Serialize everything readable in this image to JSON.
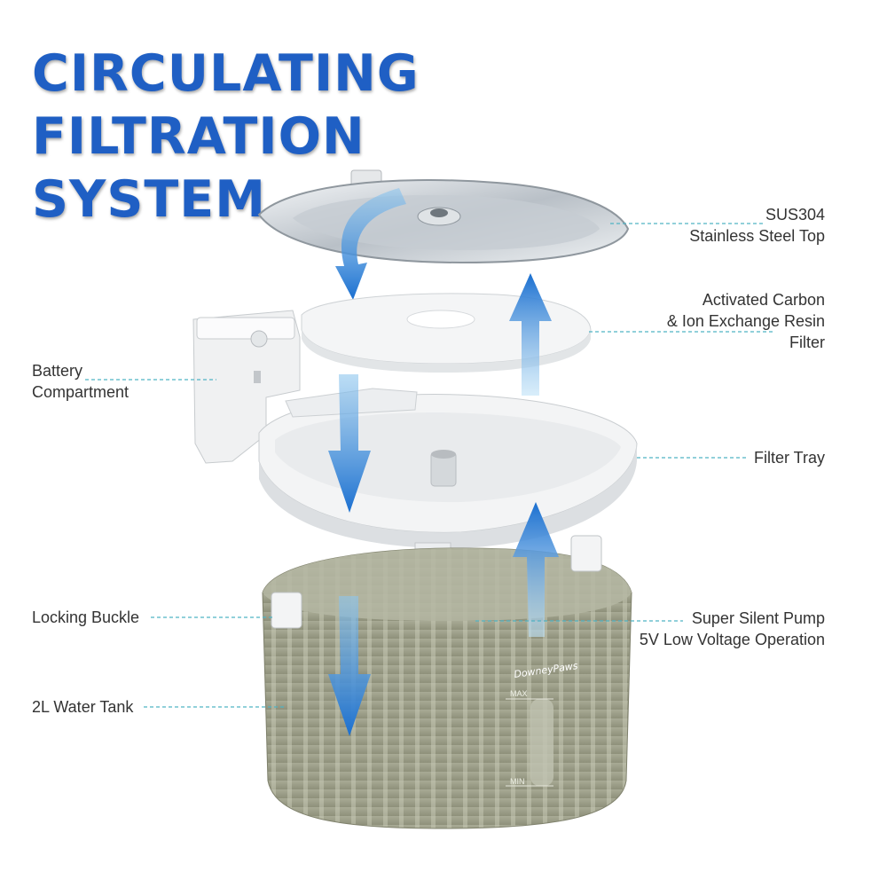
{
  "title_lines": [
    "CIRCULATING",
    "FILTRATION",
    "SYSTEM"
  ],
  "labels": {
    "steel_top": [
      "SUS304",
      "Stainless Steel Top"
    ],
    "carbon_filter": [
      "Activated Carbon",
      "& Ion Exchange Resin",
      "Filter"
    ],
    "filter_tray": [
      "Filter Tray"
    ],
    "pump": [
      "Super Silent Pump",
      "5V Low Voltage Operation"
    ],
    "battery": [
      "Battery",
      "Compartment"
    ],
    "locking_buckle": [
      "Locking Buckle"
    ],
    "water_tank": [
      "2L Water Tank"
    ]
  },
  "tank_markings": {
    "brand": "DowneyPaws",
    "max": "MAX",
    "min": "MIN"
  },
  "colors": {
    "title": "#1f5fc4",
    "arrow": "#1a6fd0",
    "leader": "#4fb3c4",
    "text": "#333333",
    "tank": "#9a9c85",
    "steel": "#d8dde2"
  }
}
